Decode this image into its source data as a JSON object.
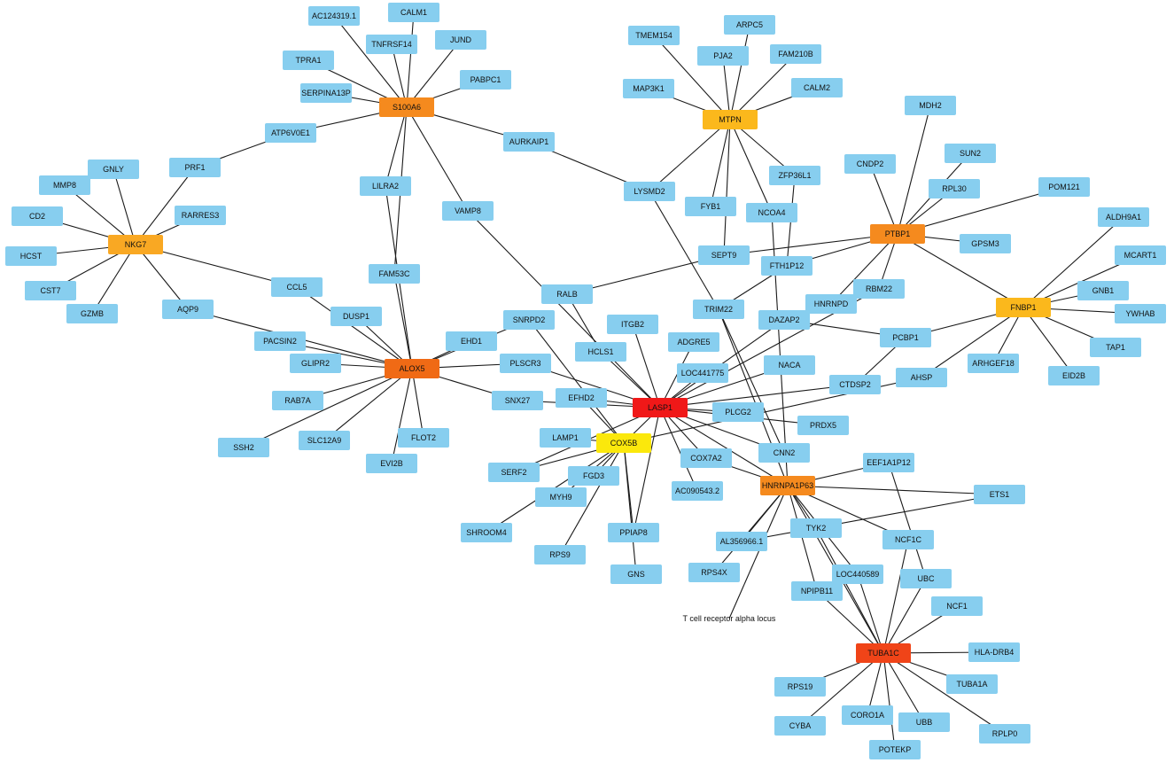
{
  "colors": {
    "default": "#87CEEF",
    "red": "#F01818",
    "red_orange": "#F04418",
    "dark_orange": "#F06A15",
    "orange": "#F58A1E",
    "amber": "#F9A823",
    "yellow_orange": "#FBB81C",
    "yellow": "#FBE80C",
    "edge": "#1a1a1a"
  },
  "nodes": [
    {
      "id": "LASP1",
      "tier": "red"
    },
    {
      "id": "TUBA1C",
      "tier": "red_orange"
    },
    {
      "id": "ALOX5",
      "tier": "dark_orange"
    },
    {
      "id": "S100A6",
      "tier": "orange"
    },
    {
      "id": "HNRNPA1P63",
      "tier": "orange"
    },
    {
      "id": "PTBP1",
      "tier": "orange"
    },
    {
      "id": "NKG7",
      "tier": "amber"
    },
    {
      "id": "MTPN",
      "tier": "yellow_orange"
    },
    {
      "id": "FNBP1",
      "tier": "yellow_orange"
    },
    {
      "id": "COX5B",
      "tier": "yellow"
    },
    {
      "id": "AC124319.1"
    },
    {
      "id": "CALM1"
    },
    {
      "id": "TNFRSF14"
    },
    {
      "id": "JUND"
    },
    {
      "id": "TPRA1"
    },
    {
      "id": "SERPINA13P"
    },
    {
      "id": "PABPC1"
    },
    {
      "id": "ATP6V0E1"
    },
    {
      "id": "AURKAIP1"
    },
    {
      "id": "LILRA2"
    },
    {
      "id": "VAMP8"
    },
    {
      "id": "FAM53C"
    },
    {
      "id": "TMEM154"
    },
    {
      "id": "ARPC5"
    },
    {
      "id": "PJA2"
    },
    {
      "id": "FAM210B"
    },
    {
      "id": "MAP3K1"
    },
    {
      "id": "CALM2"
    },
    {
      "id": "LYSMD2"
    },
    {
      "id": "ZFP36L1"
    },
    {
      "id": "FYB1"
    },
    {
      "id": "NCOA4"
    },
    {
      "id": "MDH2"
    },
    {
      "id": "SUN2"
    },
    {
      "id": "CNDP2"
    },
    {
      "id": "RPL30"
    },
    {
      "id": "POM121"
    },
    {
      "id": "GPSM3"
    },
    {
      "id": "SEPT9"
    },
    {
      "id": "FTH1P12"
    },
    {
      "id": "RBM22"
    },
    {
      "id": "GNLY"
    },
    {
      "id": "MMP8"
    },
    {
      "id": "PRF1"
    },
    {
      "id": "RARRES3"
    },
    {
      "id": "CD2"
    },
    {
      "id": "HCST"
    },
    {
      "id": "CST7"
    },
    {
      "id": "GZMB"
    },
    {
      "id": "AQP9"
    },
    {
      "id": "CCL5"
    },
    {
      "id": "ALDH9A1"
    },
    {
      "id": "MCART1"
    },
    {
      "id": "GNB1"
    },
    {
      "id": "YWHAB"
    },
    {
      "id": "TAP1"
    },
    {
      "id": "EID2B"
    },
    {
      "id": "ARHGEF18"
    },
    {
      "id": "PCBP1"
    },
    {
      "id": "AHSP"
    },
    {
      "id": "HNRNPD"
    },
    {
      "id": "DAZAP2"
    },
    {
      "id": "TRIM22"
    },
    {
      "id": "RALB"
    },
    {
      "id": "SNRPD2"
    },
    {
      "id": "ITGB2"
    },
    {
      "id": "ADGRE5"
    },
    {
      "id": "HCLS1"
    },
    {
      "id": "LOC441775"
    },
    {
      "id": "NACA"
    },
    {
      "id": "CTDSP2"
    },
    {
      "id": "PLCG2"
    },
    {
      "id": "PRDX5"
    },
    {
      "id": "CNN2"
    },
    {
      "id": "COX7A2"
    },
    {
      "id": "EFHD2"
    },
    {
      "id": "SNX27"
    },
    {
      "id": "PLSCR3"
    },
    {
      "id": "EHD1"
    },
    {
      "id": "DUSP1"
    },
    {
      "id": "PACSIN2"
    },
    {
      "id": "GLIPR2"
    },
    {
      "id": "RAB7A"
    },
    {
      "id": "SSH2"
    },
    {
      "id": "SLC12A9"
    },
    {
      "id": "FLOT2"
    },
    {
      "id": "EVI2B"
    },
    {
      "id": "LAMP1"
    },
    {
      "id": "SERF2"
    },
    {
      "id": "FGD3"
    },
    {
      "id": "MYH9"
    },
    {
      "id": "SHROOM4"
    },
    {
      "id": "RPS9"
    },
    {
      "id": "PPIAP8"
    },
    {
      "id": "GNS"
    },
    {
      "id": "AC090543.2"
    },
    {
      "id": "EEF1A1P12"
    },
    {
      "id": "ETS1"
    },
    {
      "id": "AL356966.1"
    },
    {
      "id": "TYK2"
    },
    {
      "id": "NCF1C"
    },
    {
      "id": "RPS4X"
    },
    {
      "id": "LOC440589"
    },
    {
      "id": "T cell receptor alpha locus",
      "plain": true
    },
    {
      "id": "NPIPB11"
    },
    {
      "id": "UBC"
    },
    {
      "id": "NCF1"
    },
    {
      "id": "HLA-DRB4"
    },
    {
      "id": "RPS19"
    },
    {
      "id": "TUBA1A"
    },
    {
      "id": "CORO1A"
    },
    {
      "id": "UBB"
    },
    {
      "id": "CYBA"
    },
    {
      "id": "RPLP0"
    },
    {
      "id": "POTEKP"
    }
  ],
  "edges": [
    [
      "S100A6",
      "AC124319.1"
    ],
    [
      "S100A6",
      "CALM1"
    ],
    [
      "S100A6",
      "TNFRSF14"
    ],
    [
      "S100A6",
      "JUND"
    ],
    [
      "S100A6",
      "TPRA1"
    ],
    [
      "S100A6",
      "SERPINA13P"
    ],
    [
      "S100A6",
      "PABPC1"
    ],
    [
      "S100A6",
      "ATP6V0E1"
    ],
    [
      "S100A6",
      "AURKAIP1"
    ],
    [
      "S100A6",
      "LILRA2"
    ],
    [
      "S100A6",
      "VAMP8"
    ],
    [
      "S100A6",
      "FAM53C"
    ],
    [
      "NKG7",
      "GNLY"
    ],
    [
      "NKG7",
      "MMP8"
    ],
    [
      "NKG7",
      "PRF1"
    ],
    [
      "NKG7",
      "RARRES3"
    ],
    [
      "NKG7",
      "CD2"
    ],
    [
      "NKG7",
      "HCST"
    ],
    [
      "NKG7",
      "CST7"
    ],
    [
      "NKG7",
      "GZMB"
    ],
    [
      "NKG7",
      "AQP9"
    ],
    [
      "NKG7",
      "CCL5"
    ],
    [
      "ATP6V0E1",
      "PRF1"
    ],
    [
      "MTPN",
      "TMEM154"
    ],
    [
      "MTPN",
      "ARPC5"
    ],
    [
      "MTPN",
      "PJA2"
    ],
    [
      "MTPN",
      "FAM210B"
    ],
    [
      "MTPN",
      "MAP3K1"
    ],
    [
      "MTPN",
      "CALM2"
    ],
    [
      "MTPN",
      "LYSMD2"
    ],
    [
      "MTPN",
      "ZFP36L1"
    ],
    [
      "MTPN",
      "FYB1"
    ],
    [
      "MTPN",
      "NCOA4"
    ],
    [
      "MTPN",
      "SEPT9"
    ],
    [
      "AURKAIP1",
      "LYSMD2"
    ],
    [
      "LYSMD2",
      "TRIM22"
    ],
    [
      "PTBP1",
      "MDH2"
    ],
    [
      "PTBP1",
      "SUN2"
    ],
    [
      "PTBP1",
      "CNDP2"
    ],
    [
      "PTBP1",
      "RPL30"
    ],
    [
      "PTBP1",
      "POM121"
    ],
    [
      "PTBP1",
      "GPSM3"
    ],
    [
      "PTBP1",
      "SEPT9"
    ],
    [
      "PTBP1",
      "FTH1P12"
    ],
    [
      "PTBP1",
      "RBM22"
    ],
    [
      "PTBP1",
      "HNRNPD"
    ],
    [
      "PTBP1",
      "FNBP1"
    ],
    [
      "FNBP1",
      "ALDH9A1"
    ],
    [
      "FNBP1",
      "MCART1"
    ],
    [
      "FNBP1",
      "GNB1"
    ],
    [
      "FNBP1",
      "YWHAB"
    ],
    [
      "FNBP1",
      "TAP1"
    ],
    [
      "FNBP1",
      "EID2B"
    ],
    [
      "FNBP1",
      "ARHGEF18"
    ],
    [
      "FNBP1",
      "PCBP1"
    ],
    [
      "FNBP1",
      "AHSP"
    ],
    [
      "SEPT9",
      "RALB"
    ],
    [
      "RALB",
      "HCLS1"
    ],
    [
      "ALOX5",
      "LILRA2"
    ],
    [
      "ALOX5",
      "FAM53C"
    ],
    [
      "ALOX5",
      "CCL5"
    ],
    [
      "ALOX5",
      "AQP9"
    ],
    [
      "ALOX5",
      "DUSP1"
    ],
    [
      "ALOX5",
      "PACSIN2"
    ],
    [
      "ALOX5",
      "GLIPR2"
    ],
    [
      "ALOX5",
      "RAB7A"
    ],
    [
      "ALOX5",
      "SSH2"
    ],
    [
      "ALOX5",
      "SLC12A9"
    ],
    [
      "ALOX5",
      "FLOT2"
    ],
    [
      "ALOX5",
      "EVI2B"
    ],
    [
      "ALOX5",
      "EHD1"
    ],
    [
      "ALOX5",
      "PLSCR3"
    ],
    [
      "ALOX5",
      "SNX27"
    ],
    [
      "ALOX5",
      "SNRPD2"
    ],
    [
      "SNRPD2",
      "COX5B"
    ],
    [
      "VAMP8",
      "LASP1"
    ],
    [
      "LASP1",
      "ITGB2"
    ],
    [
      "LASP1",
      "ADGRE5"
    ],
    [
      "LASP1",
      "HCLS1"
    ],
    [
      "LASP1",
      "LOC441775"
    ],
    [
      "LASP1",
      "NACA"
    ],
    [
      "LASP1",
      "CTDSP2"
    ],
    [
      "LASP1",
      "PLCG2"
    ],
    [
      "LASP1",
      "PRDX5"
    ],
    [
      "LASP1",
      "CNN2"
    ],
    [
      "LASP1",
      "COX7A2"
    ],
    [
      "LASP1",
      "EFHD2"
    ],
    [
      "LASP1",
      "SNX27"
    ],
    [
      "LASP1",
      "PLSCR3"
    ],
    [
      "LASP1",
      "AC090543.2"
    ],
    [
      "LASP1",
      "PPIAP8"
    ],
    [
      "LASP1",
      "HNRNPA1P63"
    ],
    [
      "LASP1",
      "DAZAP2"
    ],
    [
      "LASP1",
      "COX5B"
    ],
    [
      "LASP1",
      "RBM22"
    ],
    [
      "LASP1",
      "SERF2"
    ],
    [
      "DAZAP2",
      "PCBP1"
    ],
    [
      "PCBP1",
      "CTDSP2"
    ],
    [
      "COX5B",
      "LAMP1"
    ],
    [
      "COX5B",
      "SERF2"
    ],
    [
      "COX5B",
      "FGD3"
    ],
    [
      "COX5B",
      "MYH9"
    ],
    [
      "COX5B",
      "SHROOM4"
    ],
    [
      "COX5B",
      "RPS9"
    ],
    [
      "COX5B",
      "PPIAP8"
    ],
    [
      "COX5B",
      "GNS"
    ],
    [
      "COX5B",
      "EFHD2"
    ],
    [
      "COX5B",
      "AHSP"
    ],
    [
      "FTH1P12",
      "TRIM22"
    ],
    [
      "FTH1P12",
      "ZFP36L1"
    ],
    [
      "NCOA4",
      "HNRNPA1P63"
    ],
    [
      "TRIM22",
      "CNN2"
    ],
    [
      "TRIM22",
      "HNRNPA1P63"
    ],
    [
      "HNRNPA1P63",
      "EEF1A1P12"
    ],
    [
      "HNRNPA1P63",
      "ETS1"
    ],
    [
      "HNRNPA1P63",
      "AL356966.1"
    ],
    [
      "HNRNPA1P63",
      "TYK2"
    ],
    [
      "HNRNPA1P63",
      "NCF1C"
    ],
    [
      "HNRNPA1P63",
      "RPS4X"
    ],
    [
      "HNRNPA1P63",
      "LOC440589"
    ],
    [
      "HNRNPA1P63",
      "T cell receptor alpha locus"
    ],
    [
      "HNRNPA1P63",
      "NPIPB11"
    ],
    [
      "HNRNPA1P63",
      "TUBA1C"
    ],
    [
      "HNRNPA1P63",
      "COX7A2"
    ],
    [
      "ETS1",
      "AL356966.1"
    ],
    [
      "EEF1A1P12",
      "UBC"
    ],
    [
      "TUBA1C",
      "UBC"
    ],
    [
      "TUBA1C",
      "NCF1"
    ],
    [
      "TUBA1C",
      "HLA-DRB4"
    ],
    [
      "TUBA1C",
      "TUBA1A"
    ],
    [
      "TUBA1C",
      "RPS19"
    ],
    [
      "TUBA1C",
      "CORO1A"
    ],
    [
      "TUBA1C",
      "UBB"
    ],
    [
      "TUBA1C",
      "CYBA"
    ],
    [
      "TUBA1C",
      "RPLP0"
    ],
    [
      "TUBA1C",
      "POTEKP"
    ],
    [
      "TUBA1C",
      "NCF1C"
    ],
    [
      "TUBA1C",
      "TYK2"
    ],
    [
      "TUBA1C",
      "LOC440589"
    ],
    [
      "TUBA1C",
      "NPIPB11"
    ]
  ]
}
